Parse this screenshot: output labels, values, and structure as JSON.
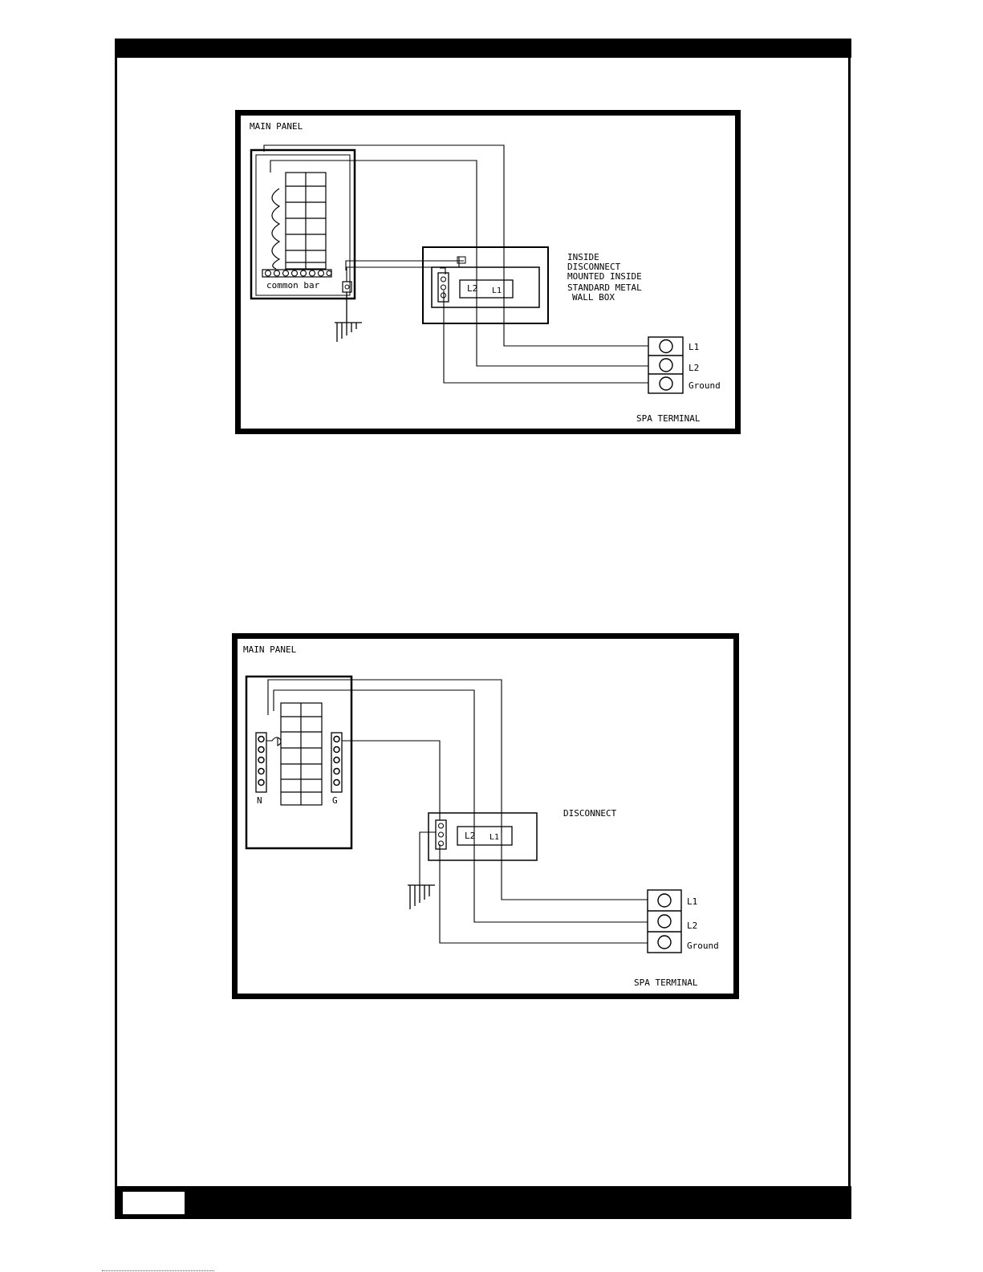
{
  "diagram_1": {
    "main_panel_label": "MAIN PANEL",
    "common_bar_label": "common bar",
    "disconnect_note": [
      "INSIDE",
      "DISCONNECT",
      "MOUNTED INSIDE",
      "STANDARD METAL",
      "WALL BOX"
    ],
    "breaker_l2": "L2",
    "breaker_l1": "L1",
    "terminal_l1": "L1",
    "terminal_l2": "L2",
    "terminal_ground": "Ground",
    "spa_terminal_label": "SPA TERMINAL"
  },
  "diagram_2": {
    "main_panel_label": "MAIN PANEL",
    "neutral_bar_label": "N",
    "ground_bar_label": "G",
    "disconnect_label": "DISCONNECT",
    "breaker_l2": "L2",
    "breaker_l1": "L1",
    "terminal_l1": "L1",
    "terminal_l2": "L2",
    "terminal_ground": "Ground",
    "spa_terminal_label": "SPA TERMINAL"
  }
}
